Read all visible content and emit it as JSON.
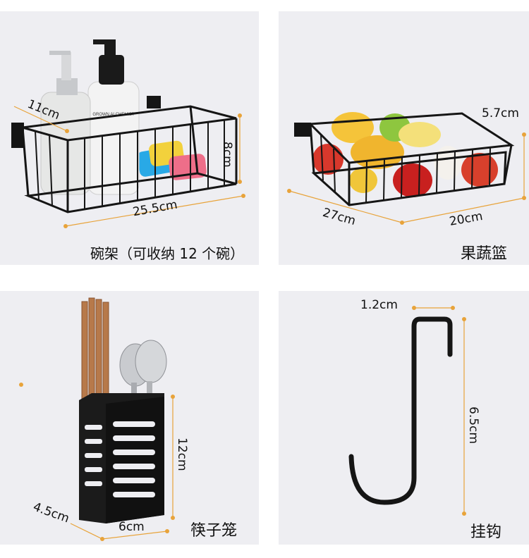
{
  "products": [
    {
      "caption": "碗架（可收纳 12 个碗）",
      "dims": {
        "depth": "11cm",
        "height": "8cm",
        "width": "25.5cm"
      }
    },
    {
      "caption": "果蔬篮",
      "dims": {
        "height": "5.7cm",
        "depth": "27cm",
        "width": "20cm"
      }
    },
    {
      "caption": "筷子笼",
      "dims": {
        "height": "12cm",
        "depth": "4.5cm",
        "width": "6cm"
      }
    },
    {
      "caption": "挂钩",
      "dims": {
        "width": "1.2cm",
        "height": "6.5cm"
      }
    }
  ],
  "bottle_label": "GROWN ALCHEMIST",
  "colors": {
    "panel": "#eeeef2",
    "metal": "#111111",
    "dimension_line": "#e8a33a"
  }
}
